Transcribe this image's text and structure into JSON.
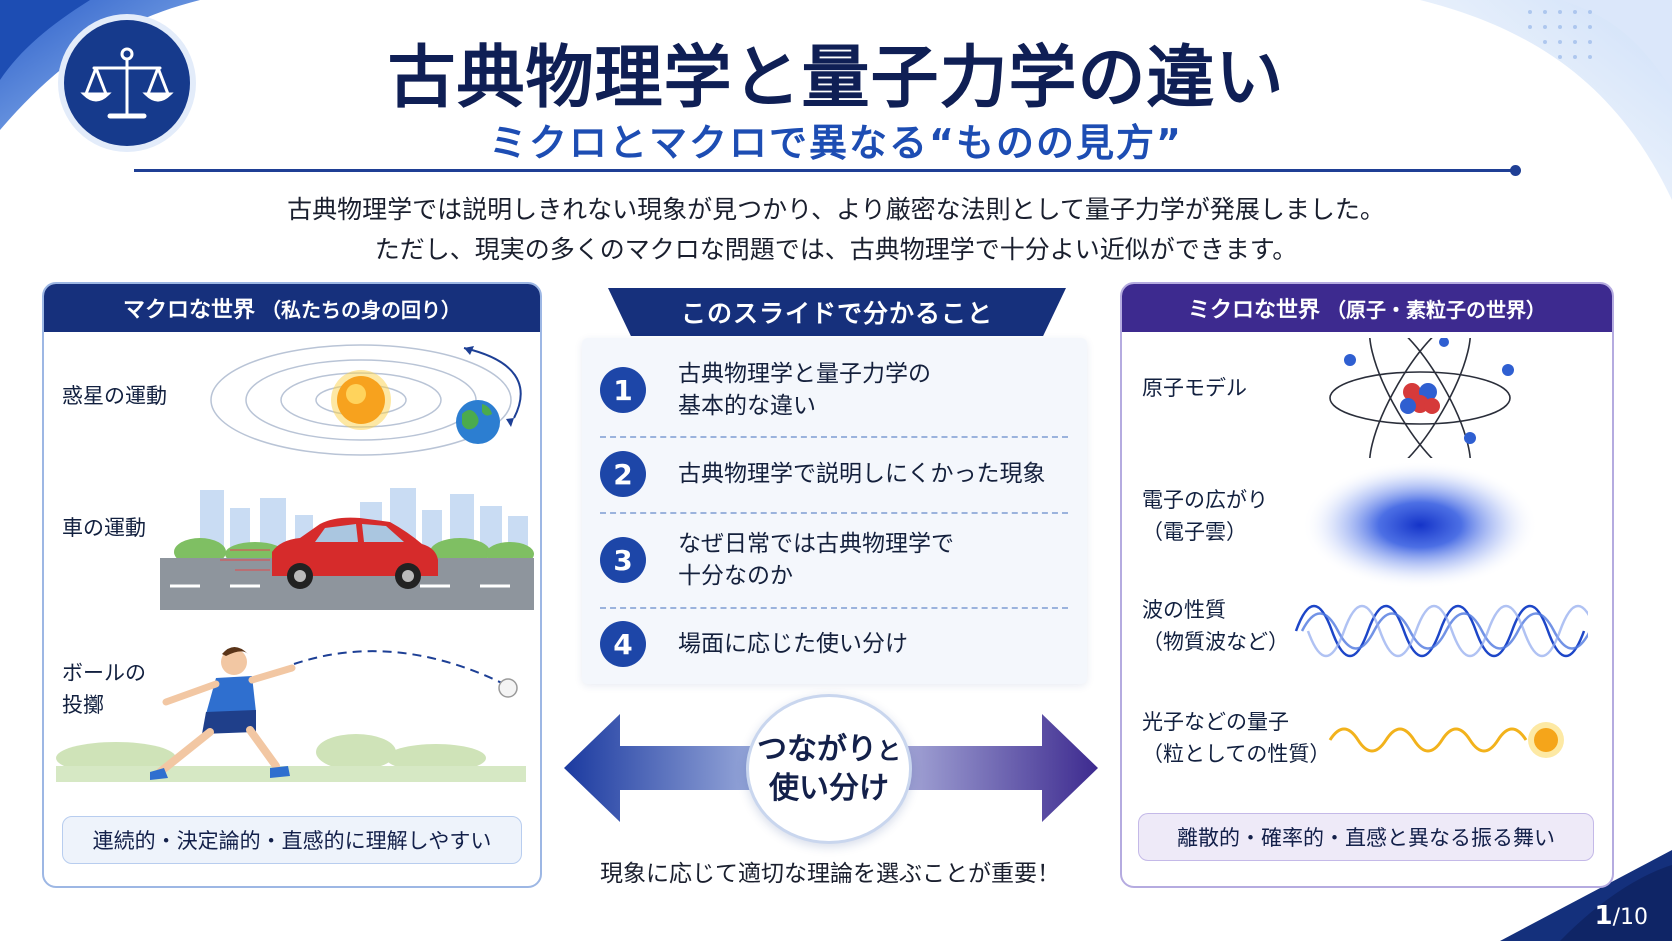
{
  "title": "古典物理学と量子力学の違い",
  "subtitle": "ミクロとマクロで異なる“ものの見方”",
  "intro": {
    "line1": "古典物理学では説明しきれない現象が見つかり、より厳密な法則として量子力学が発展しました。",
    "line2": "ただし、現実の多くのマクロな問題では、古典物理学で十分よい近似ができます。"
  },
  "left_panel": {
    "title": "マクロな世界",
    "title_note": "（私たちの身の回り）",
    "items": [
      {
        "label": "惑星の運動"
      },
      {
        "label": "車の運動"
      },
      {
        "label_line1": "ボールの",
        "label_line2": "投擲"
      }
    ],
    "summary": "連続的・決定論的・直感的に理解しやすい"
  },
  "center": {
    "header": "このスライドで分かること",
    "items": [
      {
        "number": "1",
        "line1": "古典物理学と量子力学の",
        "line2": "基本的な違い"
      },
      {
        "number": "2",
        "line1": "古典物理学で説明しにくかった現象",
        "line2": ""
      },
      {
        "number": "3",
        "line1": "なぜ日常では古典物理学で",
        "line2": "十分なのか"
      },
      {
        "number": "4",
        "line1": "場面に応じた使い分け",
        "line2": ""
      }
    ],
    "circle_line1_main": "つながり",
    "circle_line1_small": "と",
    "circle_line2": "使い分け",
    "note": "現象に応じて適切な理論を選ぶことが重要！"
  },
  "right_panel": {
    "title": "ミクロな世界",
    "title_note": "（原子・素粒子の世界）",
    "items": [
      {
        "label_line1": "原子モデル",
        "label_line2": ""
      },
      {
        "label_line1": "電子の広がり",
        "label_line2": "（電子雲）"
      },
      {
        "label_line1": "波の性質",
        "label_line2": "（物質波など）"
      },
      {
        "label_line1": "光子などの量子",
        "label_line2": "（粒としての性質）"
      }
    ],
    "summary": "離散的・確率的・直感と異なる振る舞い"
  },
  "page": {
    "current": "1",
    "total": "/10"
  },
  "colors": {
    "navy": "#16307c",
    "accent_blue": "#1d4db3",
    "purple": "#3d2a8f",
    "left_summary_bg": "#eef3fb",
    "right_summary_bg": "#eeeaf8"
  },
  "icons": [
    "balance-scale-icon",
    "sun-icon",
    "earth-icon",
    "car-icon",
    "boy-throwing-icon",
    "ball-icon",
    "atom-icon",
    "electron-cloud-icon",
    "wave-icon",
    "photon-icon",
    "double-arrow-icon"
  ]
}
